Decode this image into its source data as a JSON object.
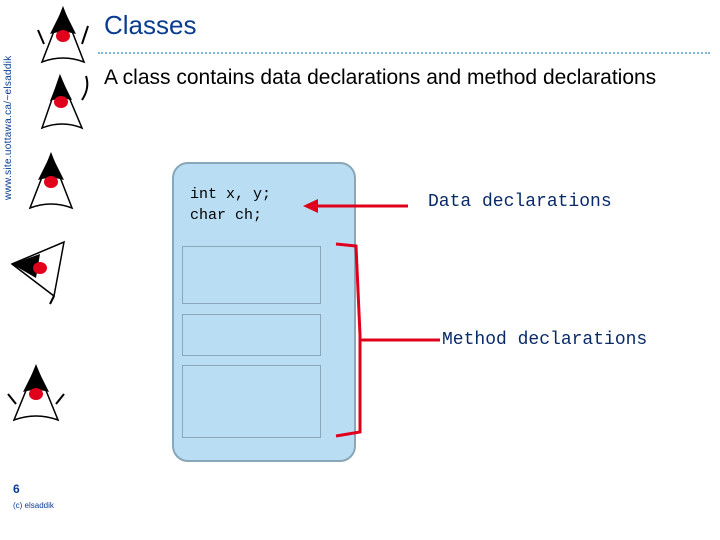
{
  "sidebar": {
    "url": "www.site.uottawa.ca/~elsaddik"
  },
  "slide": {
    "title": "Classes",
    "text": "A class contains data declarations and method declarations",
    "code": [
      "int x, y;",
      "char ch;"
    ],
    "data_label": "Data declarations",
    "method_label": "Method declarations"
  },
  "footer": {
    "page_number": "6",
    "copyright": "(c) elsaddik"
  },
  "colors": {
    "title": "#0a3d8f",
    "box_fill": "#b9def4",
    "arrow": "#e0001b",
    "duke_nose": "#e0001b"
  },
  "icons": [
    "duke-mascot-icon"
  ]
}
